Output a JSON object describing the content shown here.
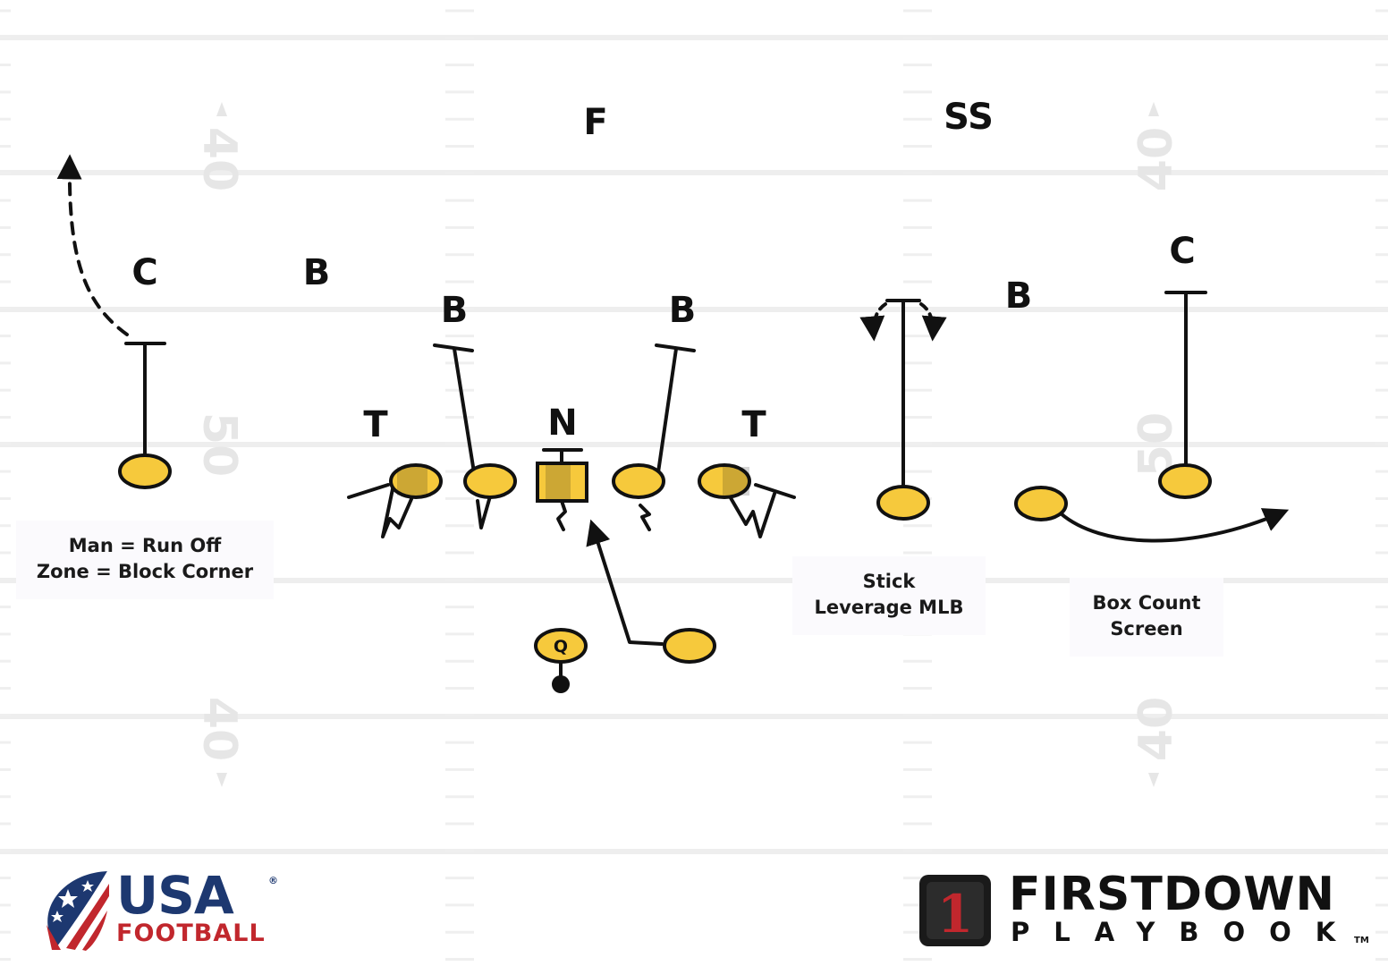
{
  "field": {
    "yard_numbers": [
      "40",
      "50",
      "40"
    ]
  },
  "defense": {
    "labels": [
      "F",
      "SS",
      "C",
      "B",
      "B",
      "B",
      "B",
      "C",
      "T",
      "N",
      "T"
    ]
  },
  "offense": {
    "quarterback_label": "Q"
  },
  "notes": {
    "left": [
      "Man = Run Off",
      "Zone = Block Corner"
    ],
    "middle": [
      "Stick",
      "Leverage MLB"
    ],
    "right": [
      "Box Count",
      "Screen"
    ]
  },
  "branding": {
    "usa_football": {
      "word": "USA",
      "registered": "®",
      "sub": "FOOTBALL",
      "colors": {
        "navy": "#1d3870",
        "red": "#c1272d"
      }
    },
    "firstdown_playbook": {
      "badge_number": "1",
      "word_top": "FIRSTDOWN",
      "word_bottom": "PLAYBOOK",
      "trademark": "TM",
      "colors": {
        "badge": "#1a1a1a",
        "number": "#c1272d"
      }
    }
  },
  "colors": {
    "player_fill": "#f6c93c",
    "player_stroke": "#111111",
    "yard_line": "#eeeeee",
    "yard_number": "#e6e6e6",
    "note_background": "#fbfafd"
  }
}
